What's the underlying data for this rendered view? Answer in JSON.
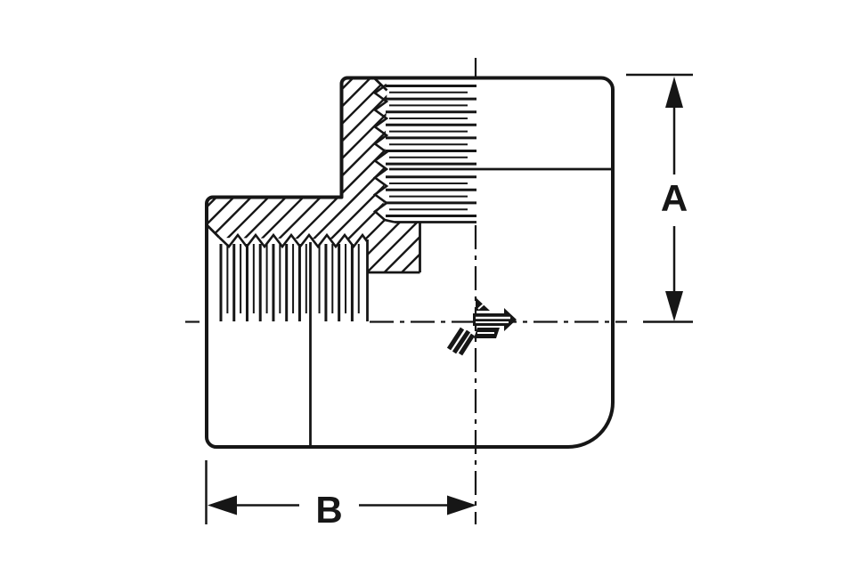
{
  "drawing": {
    "kind": "pipe-elbow-cross-section",
    "description": "Sectioned outline drawing of a 90-degree female threaded pipe elbow with internal tapered threads on both ports, hatched section walls, centerlines, and two dimension callouts",
    "background_color": "#ffffff",
    "line_color": "#161616",
    "dimension_labels": {
      "vertical": "A",
      "horizontal": "B"
    },
    "icons": {
      "arrowheads": "solid-filled dimension arrowheads",
      "centerline_style": "dash-dot"
    }
  }
}
